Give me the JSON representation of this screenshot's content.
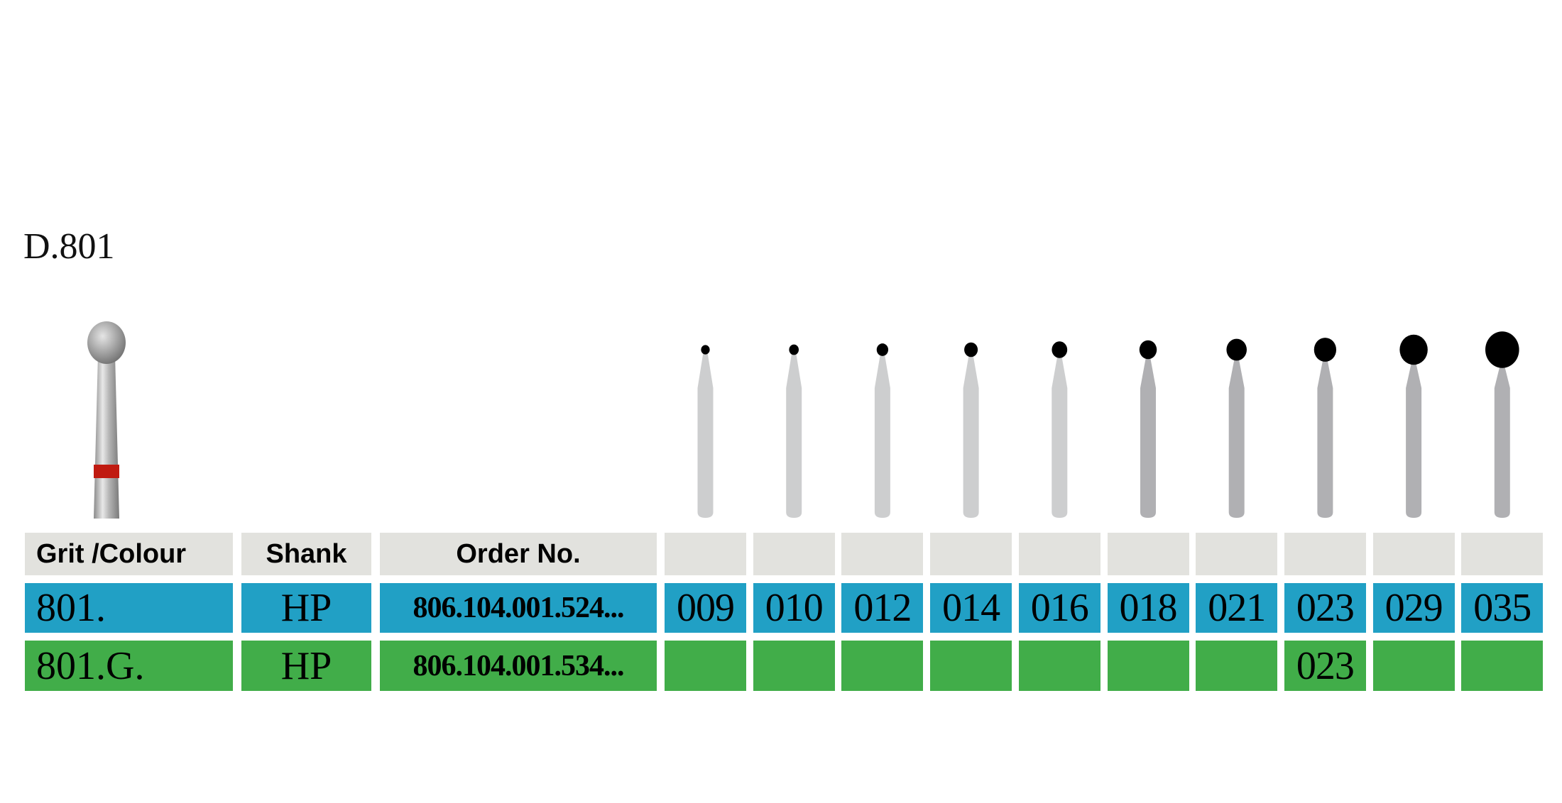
{
  "title": "D.801",
  "header": {
    "grit": "Grit /Colour",
    "shank": "Shank",
    "order": "Order No."
  },
  "rows": [
    {
      "grit": "801.",
      "shank": "HP",
      "order": "806.104.001.524...",
      "color": "#21a0c5",
      "sizes": [
        "009",
        "010",
        "012",
        "014",
        "016",
        "018",
        "021",
        "023",
        "029",
        "035"
      ]
    },
    {
      "grit": "801.G.",
      "shank": "HP",
      "order": "806.104.001.534...",
      "color": "#41ad49",
      "sizes": [
        null,
        null,
        null,
        null,
        null,
        null,
        null,
        "023",
        null,
        null
      ]
    }
  ],
  "size_columns": [
    "009",
    "010",
    "012",
    "014",
    "016",
    "018",
    "021",
    "023",
    "029",
    "035"
  ],
  "bur_tones": [
    "#cdcecf",
    "#cdcecf",
    "#cdcecf",
    "#cdcecf",
    "#cdcecf",
    "#b0b0b3",
    "#b0b0b3",
    "#b0b0b3",
    "#b0b0b3",
    "#b0b0b3"
  ],
  "band_color": "#c01a10"
}
